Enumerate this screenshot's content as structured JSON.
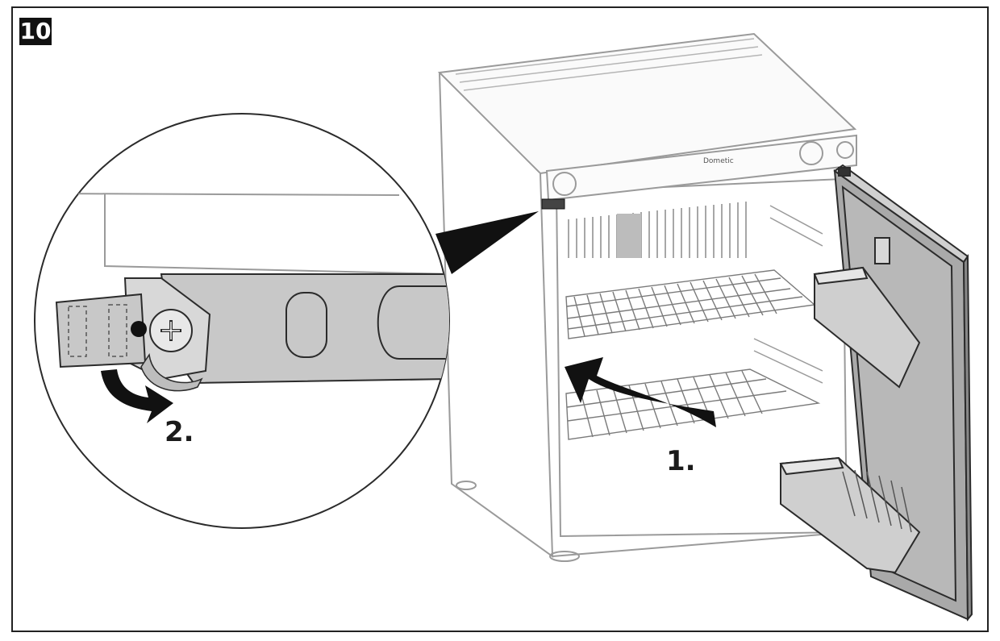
{
  "figure": {
    "number": "10",
    "steps": [
      {
        "id": "step1",
        "label": "1."
      },
      {
        "id": "step2",
        "label": "2."
      }
    ],
    "brand_text": "Dometic"
  },
  "colors": {
    "line": "#2b2b2b",
    "light_line": "#9a9a9a",
    "door_fill": "#a9a9a9",
    "part_fill": "#c8c8c8",
    "arrow": "#111111"
  }
}
